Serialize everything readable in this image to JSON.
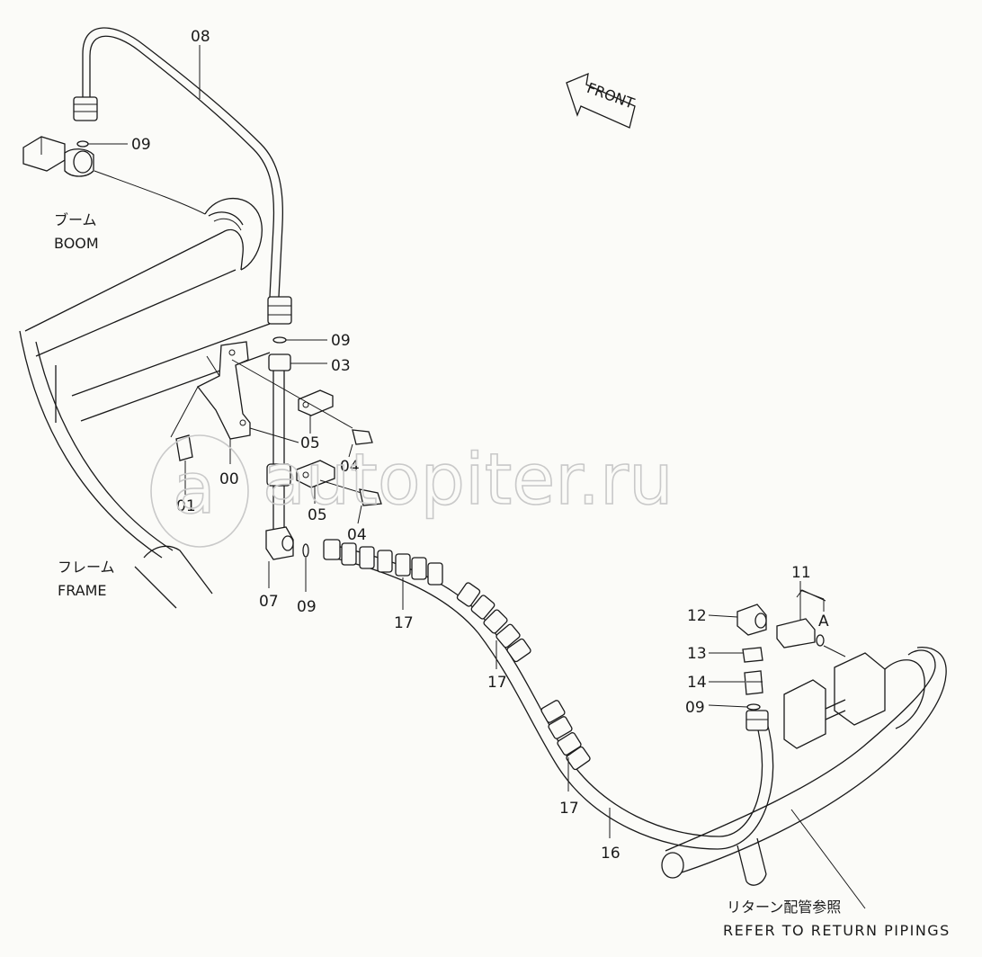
{
  "labels": {
    "p08": "08",
    "p09_top": "09",
    "p09_mid": "09",
    "p09_low": "09",
    "p09_right": "09",
    "p03": "03",
    "p05_a": "05",
    "p05_b": "05",
    "p04_a": "04",
    "p04_b": "04",
    "p00": "00",
    "p01": "01",
    "p07": "07",
    "p17_a": "17",
    "p17_b": "17",
    "p17_c": "17",
    "p16": "16",
    "p11": "11",
    "p12": "12",
    "p13": "13",
    "p14": "14",
    "marker_a": "A"
  },
  "captions": {
    "boom_jp": "ブーム",
    "boom_en": "BOOM",
    "frame_jp": "フレーム",
    "frame_en": "FRAME",
    "return_jp": "リターン配管参照",
    "return_en": "REFER TO RETURN PIPINGS",
    "front": "FRONT"
  },
  "watermark": {
    "logo_text": "a",
    "site_text": "autopiter.ru"
  },
  "colors": {
    "ink": "#1a1a1a",
    "paper": "#fbfbf8",
    "watermark": "#c9c9c9"
  }
}
